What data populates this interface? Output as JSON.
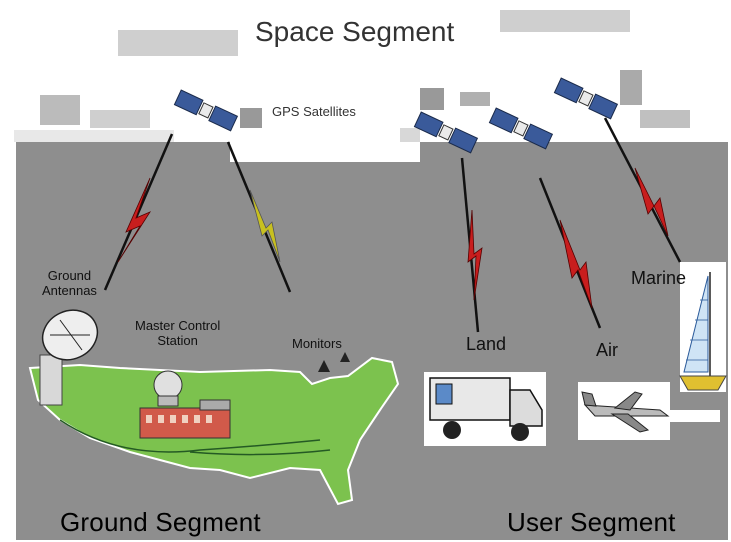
{
  "space_segment_title": "Space Segment",
  "satellites_label": "GPS Satellites",
  "ground": {
    "antennas_label": "Ground\nAntennas",
    "master_label": "Master Control\nStation",
    "monitors_label": "Monitors",
    "segment_title": "Ground Segment"
  },
  "user": {
    "land_label": "Land",
    "air_label": "Air",
    "marine_label": "Marine",
    "segment_title": "User Segment"
  },
  "colors": {
    "sky": "#ffffff",
    "ground_bg": "#8e8e8e",
    "land_green": "#7cc24e",
    "signal_red": "#c81e1e",
    "signal_yellow": "#c8c020",
    "building": "#d15a4a"
  },
  "icons": [
    "satellite-icon",
    "dish-antenna-icon",
    "radome-icon",
    "truck-icon",
    "airplane-icon",
    "sailboat-icon"
  ]
}
